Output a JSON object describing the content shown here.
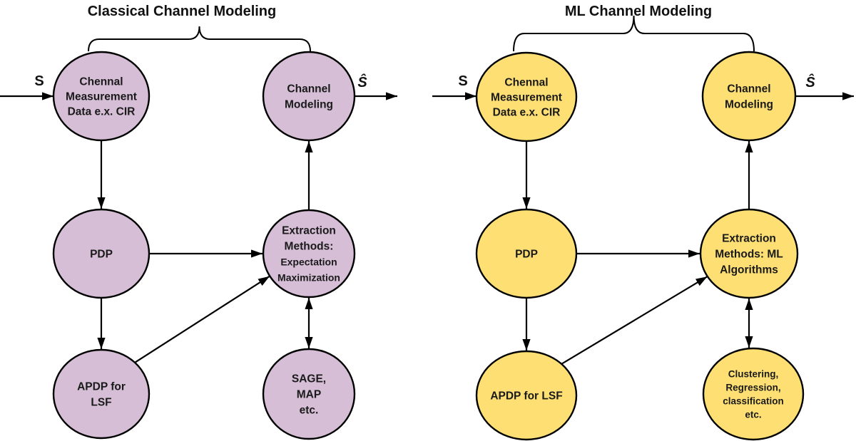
{
  "diagrams": [
    {
      "id": "classical",
      "title": "Classical Channel Modeling",
      "fill": "#D5BED6",
      "input_symbol": "S",
      "output_symbol": "Ŝ",
      "nodes": {
        "measurement": {
          "lines": [
            "Chennal",
            "Measurement",
            "Data e.x. CIR"
          ]
        },
        "channel_modeling": {
          "lines": [
            "Channel",
            "Modeling"
          ]
        },
        "pdp": {
          "lines": [
            "PDP"
          ]
        },
        "extraction": {
          "lines": [
            "Extraction",
            "Methods:",
            "Expectation",
            "Maximization"
          ]
        },
        "apdp": {
          "lines": [
            "APDP for",
            "LSF"
          ]
        },
        "algorithms": {
          "lines": [
            "SAGE,",
            "MAP",
            "etc."
          ]
        }
      }
    },
    {
      "id": "ml",
      "title": "ML Channel Modeling",
      "fill": "#FDDF73",
      "input_symbol": "S",
      "output_symbol": "Ŝ",
      "nodes": {
        "measurement": {
          "lines": [
            "Chennal",
            "Measurement",
            "Data e.x. CIR"
          ]
        },
        "channel_modeling": {
          "lines": [
            "Channel",
            "Modeling"
          ]
        },
        "pdp": {
          "lines": [
            "PDP"
          ]
        },
        "extraction": {
          "lines": [
            "Extraction",
            "Methods: ML",
            "Algorithms"
          ]
        },
        "apdp": {
          "lines": [
            "APDP for LSF"
          ]
        },
        "algorithms": {
          "lines": [
            "Clustering,",
            "Regression,",
            "classification",
            "etc."
          ]
        }
      }
    }
  ],
  "edges": [
    {
      "from": "input",
      "to": "measurement",
      "type": "arrow"
    },
    {
      "from": "measurement",
      "to": "pdp",
      "type": "arrow"
    },
    {
      "from": "pdp",
      "to": "extraction",
      "type": "arrow"
    },
    {
      "from": "pdp",
      "to": "apdp",
      "type": "arrow"
    },
    {
      "from": "apdp",
      "to": "extraction",
      "type": "arrow"
    },
    {
      "from": "extraction",
      "to": "channel_modeling",
      "type": "arrow"
    },
    {
      "from": "extraction",
      "to": "algorithms",
      "type": "bidirectional"
    },
    {
      "from": "channel_modeling",
      "to": "output",
      "type": "arrow"
    }
  ]
}
